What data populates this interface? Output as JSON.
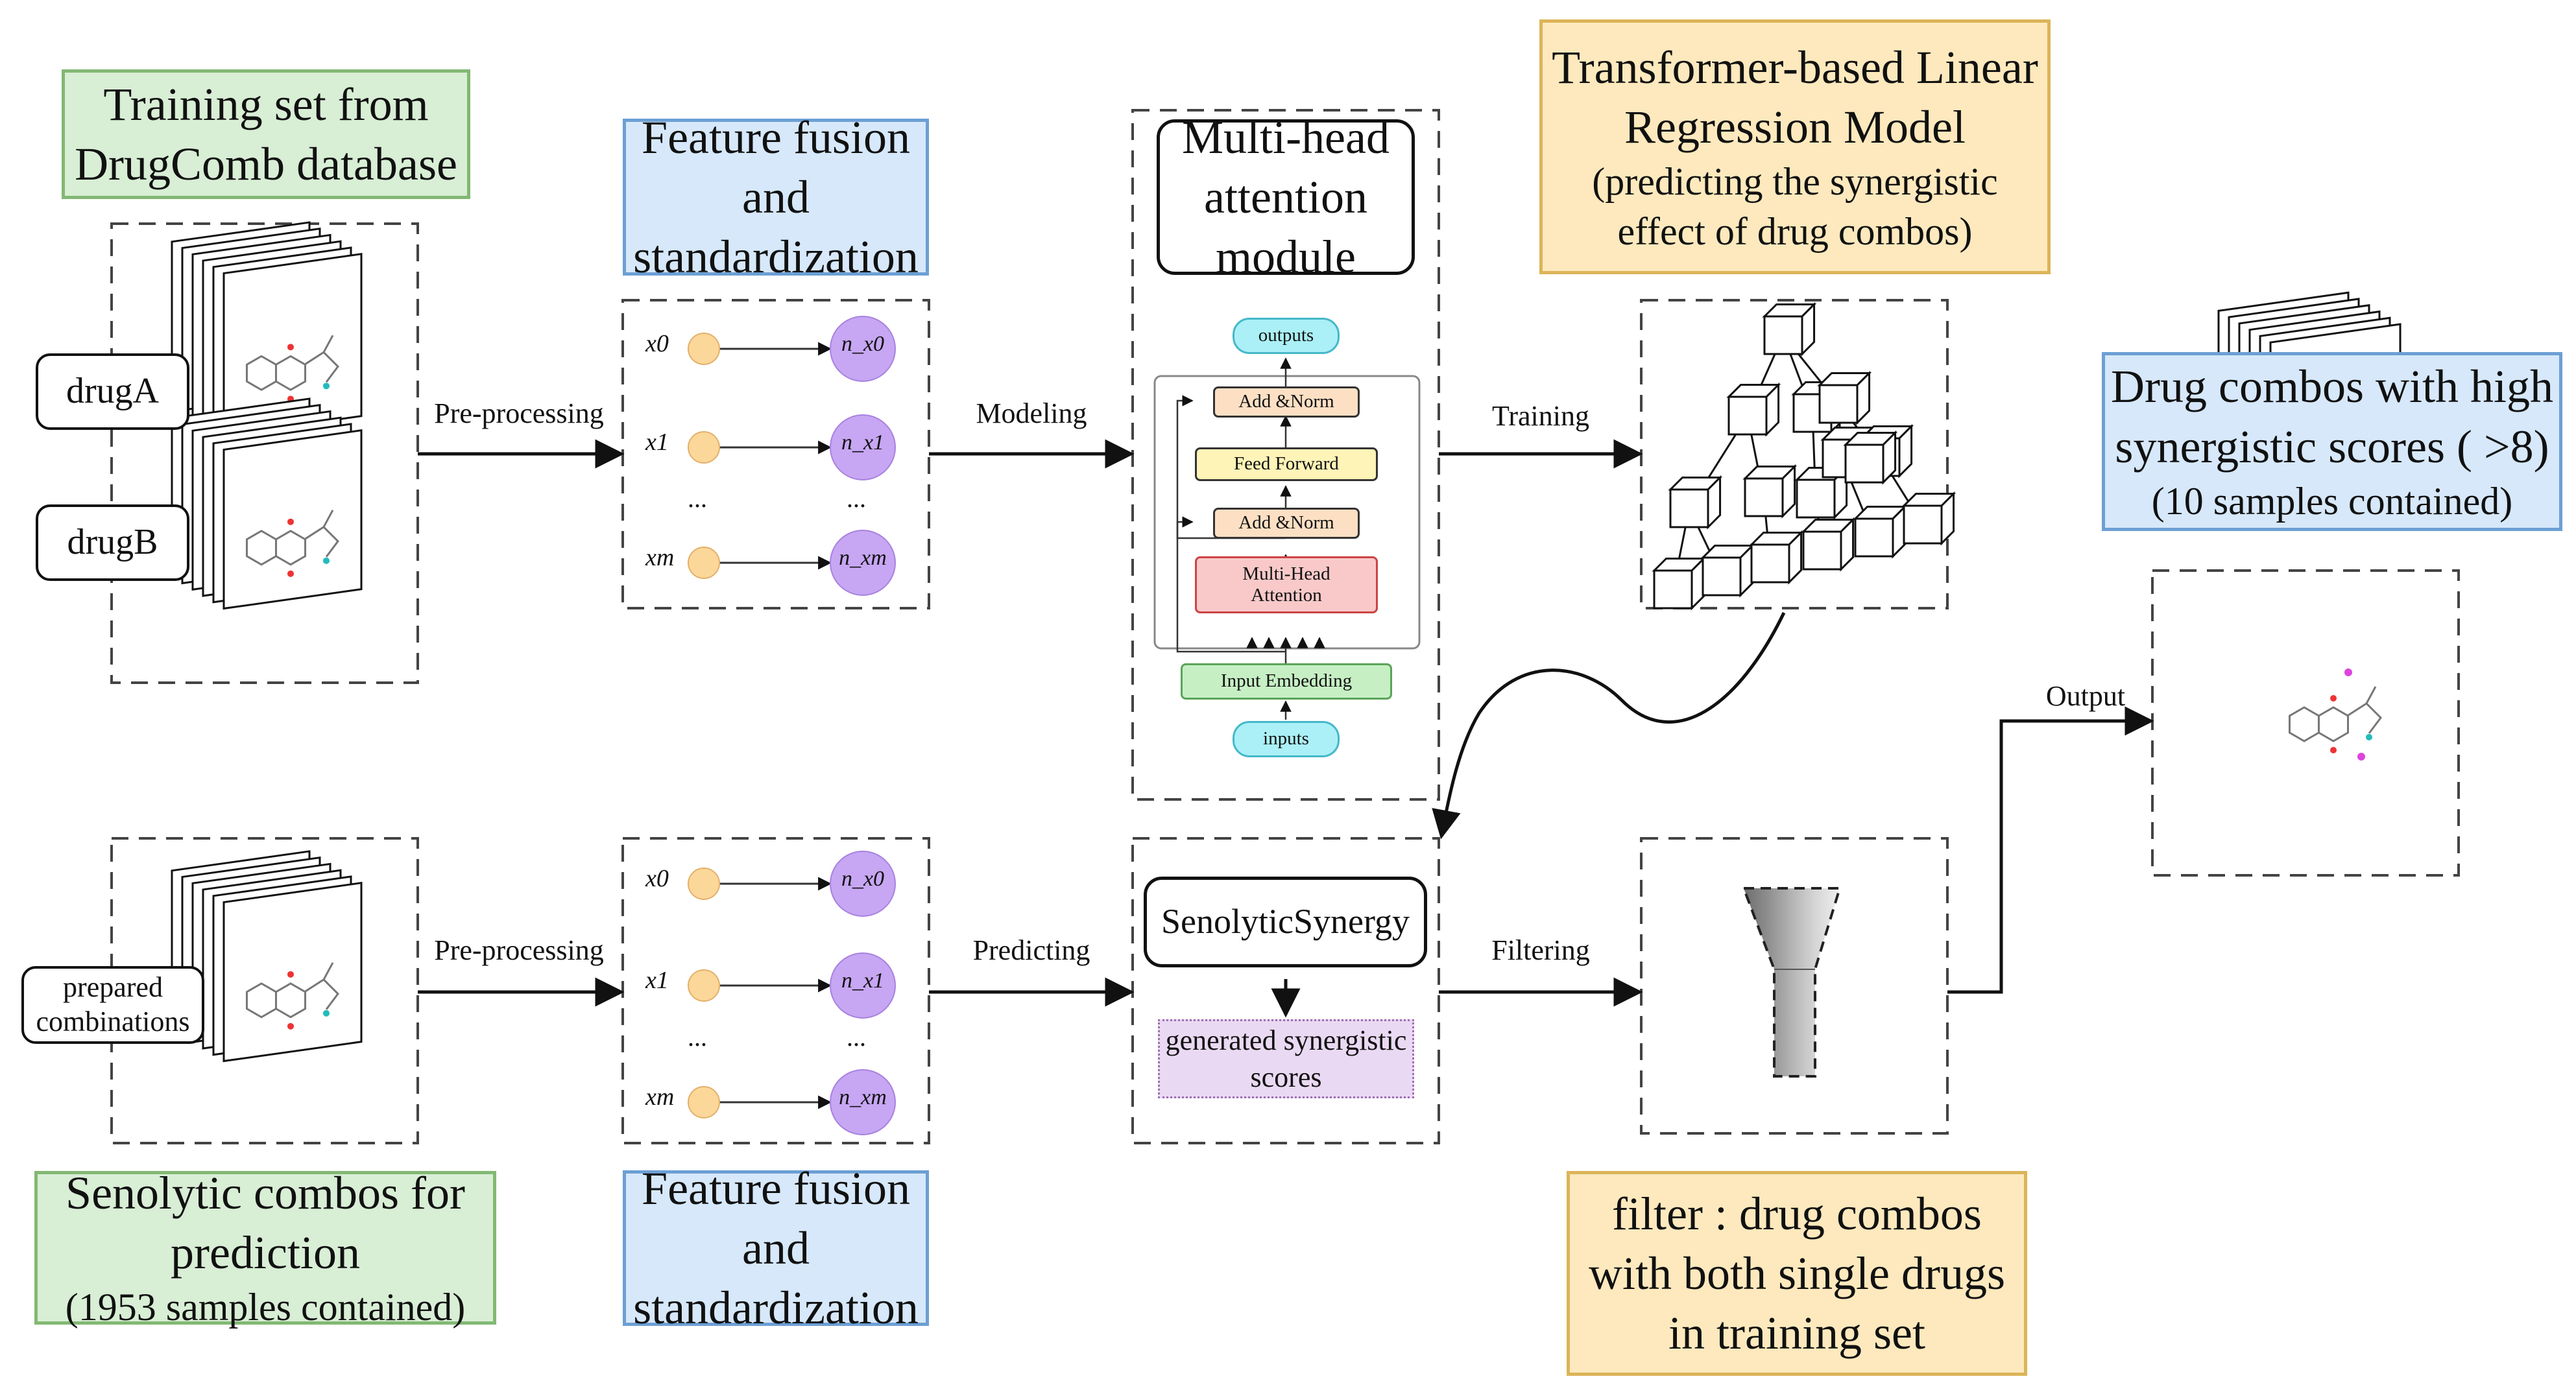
{
  "boxes": {
    "training_set": [
      "Training set from",
      "DrugComb database"
    ],
    "feature_top": [
      "Feature fusion",
      "and",
      "standardization"
    ],
    "feature_bottom": [
      "Feature fusion",
      "and",
      "standardization"
    ],
    "mha_module": [
      "Multi-head",
      "attention",
      "module"
    ],
    "transformer": [
      "Transformer-based Linear",
      "Regression Model",
      "(predicting the synergistic",
      "effect of drug combos)"
    ],
    "output_box": [
      "Drug combos with high",
      "synergistic scores ( >8)",
      "(10 samples contained)"
    ],
    "senolytic": [
      "Senolytic combos for",
      "prediction",
      "(1953 samples contained)"
    ],
    "filter": [
      "filter : drug combos",
      "with both single drugs",
      "in training set"
    ]
  },
  "tags": {
    "drugA": "drugA",
    "drugB": "drugB",
    "prepared": [
      "prepared",
      "combinations"
    ]
  },
  "arrows": {
    "preprocessing_top": "Pre-processing",
    "modeling": "Modeling",
    "training": "Training",
    "preprocessing_bottom": "Pre-processing",
    "predicting": "Predicting",
    "filtering": "Filtering",
    "output": "Output"
  },
  "features": {
    "inputs": [
      "x0",
      "x1",
      "xm"
    ],
    "outputs": [
      "n_x0",
      "n_x1",
      "n_xm"
    ],
    "ellipsis": "..."
  },
  "transformer_blocks": {
    "outputs": "outputs",
    "add_norm_top": "Add &Norm",
    "feed_forward": "Feed Forward",
    "add_norm_bottom": "Add &Norm",
    "multi_head_attention": [
      "Multi-Head",
      "Attention"
    ],
    "input_embedding": "Input Embedding",
    "inputs": "inputs"
  },
  "senolytic_synergy": "SenolyticSynergy",
  "generated_scores": [
    "generated synergistic",
    "scores"
  ],
  "colors": {
    "green_fill": "#d8eed5",
    "green_border": "#82b874",
    "blue_fill": "#d6e8fa",
    "blue_border": "#6c9fd4",
    "yellow_fill": "#fde9bd",
    "yellow_border": "#dcb458",
    "node_orange": "#fcd79a",
    "node_purple": "#c7a6f3",
    "tf_cyan": "#aaf0f6",
    "tf_yellow": "#fff4b8",
    "tf_red": "#f9c9c9",
    "tf_green": "#c7efc4",
    "tf_purple": "#ead9f2"
  }
}
